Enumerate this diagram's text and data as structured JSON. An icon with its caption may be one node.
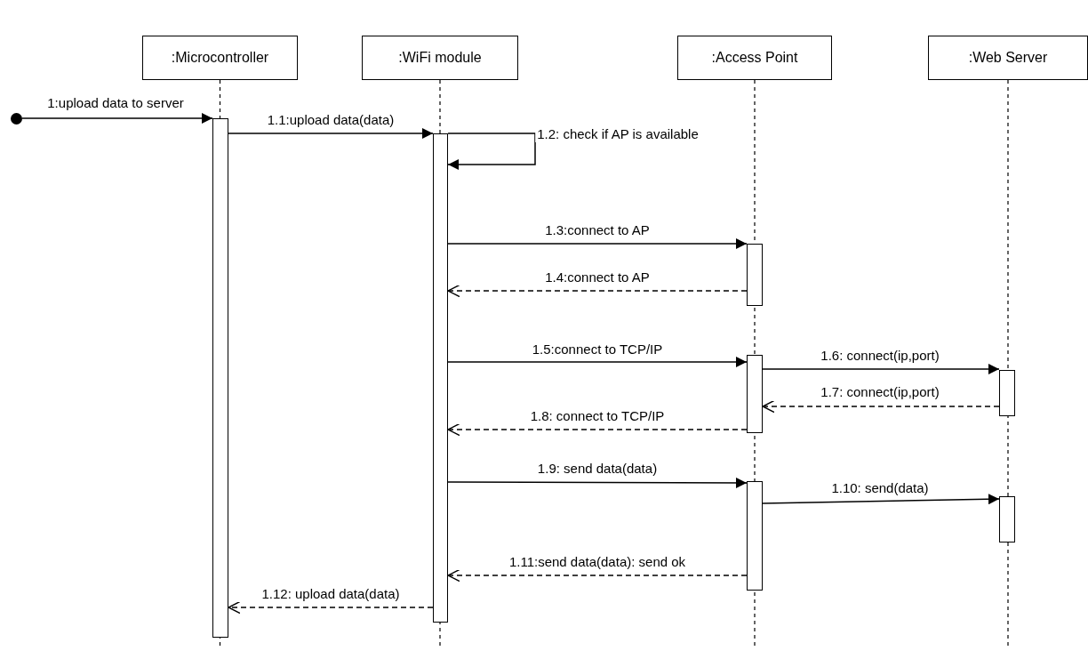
{
  "diagram": {
    "nodes": [
      {
        "text": [
          ":Microcontroller"
        ]
      },
      {
        "text": [
          ":WiFi module"
        ]
      },
      {
        "text": [
          ":Access Point"
        ]
      },
      {
        "text": [
          ":Web Server"
        ]
      },
      {
        "text": [],
        "shape": "circle"
      },
      {
        "text": [],
        "shape": "bar"
      },
      {
        "text": [],
        "shape": "bar"
      },
      {
        "text": [],
        "shape": "bar"
      },
      {
        "text": [],
        "shape": "bar"
      },
      {
        "text": [],
        "shape": "bar"
      },
      {
        "text": [],
        "shape": "bar"
      },
      {
        "text": [],
        "shape": "bar"
      }
    ],
    "edges": [
      {
        "from": 4,
        "to": 5,
        "arrow": "to",
        "label": "1:upload data to server"
      },
      {
        "from": 5,
        "to": 6,
        "arrow": "to",
        "label": "1.1:upload data(data)"
      },
      {
        "from": 6,
        "to": 6,
        "arrow": "to",
        "label": "1.2: check if AP is available"
      },
      {
        "from": 6,
        "to": 7,
        "arrow": "to",
        "label": "1.3:connect to AP"
      },
      {
        "from": 7,
        "to": 6,
        "arrow": "to",
        "label": "1.4:connect to AP",
        "style": "dashed"
      },
      {
        "from": 6,
        "to": 8,
        "arrow": "to",
        "label": "1.5:connect to TCP/IP"
      },
      {
        "from": 8,
        "to": 9,
        "arrow": "to",
        "label": "1.6: connect(ip,port)"
      },
      {
        "from": 9,
        "to": 8,
        "arrow": "to",
        "label": "1.7: connect(ip,port)",
        "style": "dashed"
      },
      {
        "from": 8,
        "to": 6,
        "arrow": "to",
        "label": "1.8: connect to TCP/IP",
        "style": "dashed"
      },
      {
        "from": 6,
        "to": 10,
        "arrow": "to",
        "label": "1.9: send data(data)"
      },
      {
        "from": 10,
        "to": 11,
        "arrow": "to",
        "label": "1.10: send(data)"
      },
      {
        "from": 10,
        "to": 6,
        "arrow": "to",
        "label": "1.11:send data(data): send ok",
        "style": "dashed"
      },
      {
        "from": 6,
        "to": 5,
        "arrow": "to",
        "label": "1.12: upload data(data)",
        "style": "dashed"
      }
    ]
  }
}
